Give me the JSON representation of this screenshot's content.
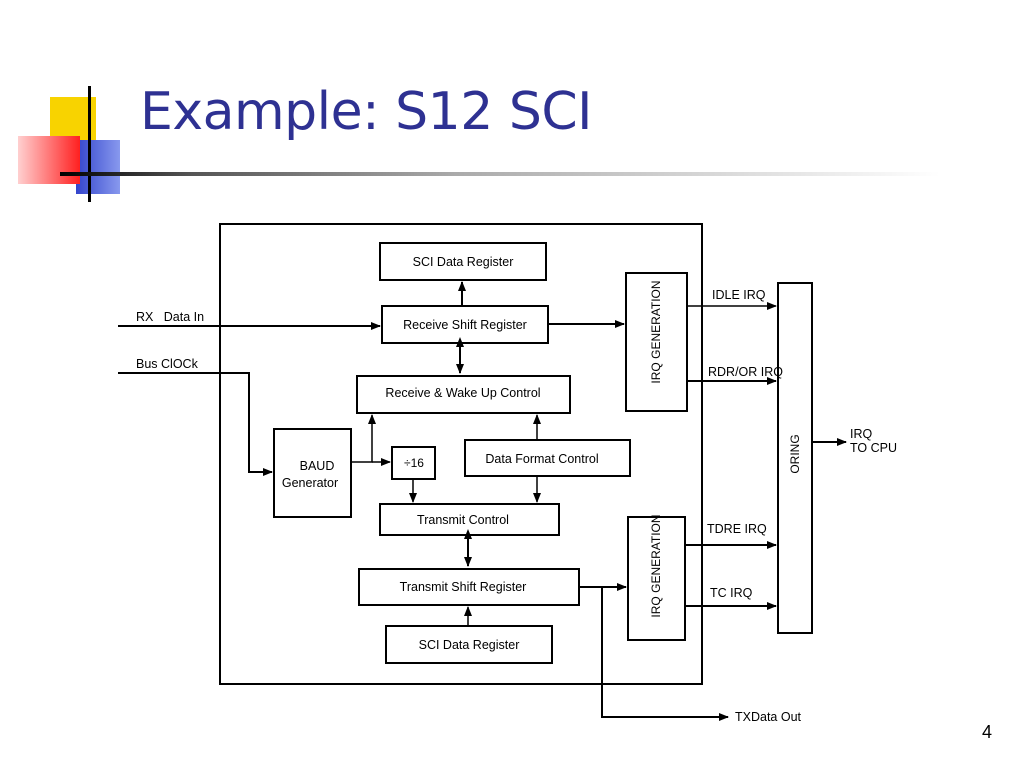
{
  "slide": {
    "title": "Example: S12 SCI",
    "page_number": "4"
  },
  "diagram": {
    "blocks": {
      "sci_data_register_top": "SCI Data Register",
      "receive_shift_register": "Receive Shift Register",
      "receive_wakeup_control": "Receive & Wake Up Control",
      "baud_line1": "BAUD",
      "baud_line2": "Generator",
      "divide16": "÷16",
      "data_format_control": "Data Format Control",
      "transmit_control": "Transmit Control",
      "transmit_shift_register": "Transmit Shift Register",
      "sci_data_register_bottom": "SCI Data Register",
      "irq_generation_top": "IRQ GENERATION",
      "irq_generation_bottom": "IRQ GENERATION",
      "oring": "ORING"
    },
    "signals": {
      "rx_data_in": "RX   Data In",
      "bus_clock": "Bus ClOCk",
      "idle_irq": "IDLE IRQ",
      "rdr_or_irq": "RDR/OR IRQ",
      "tdre_irq": "TDRE IRQ",
      "tc_irq": "TC IRQ",
      "irq_out_line1": "IRQ",
      "irq_out_line2": "TO CPU",
      "txdata_out": "TXData Out"
    }
  }
}
